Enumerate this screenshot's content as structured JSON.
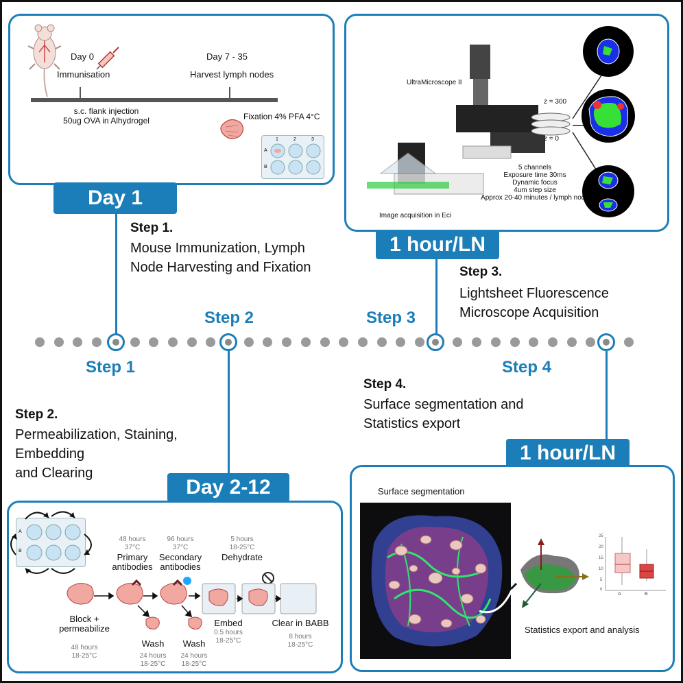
{
  "panel1": {
    "day0": "Day 0",
    "immunisation": "Immunisation",
    "day7_35": "Day 7 - 35",
    "harvest": "Harvest lymph nodes",
    "injection1": "s.c. flank injection",
    "injection2": "50ug OVA in Alhydrogel",
    "fixation": "Fixation 4% PFA 4°C",
    "plate_cols": [
      "1",
      "2",
      "3"
    ],
    "plate_rows": [
      "A",
      "B"
    ]
  },
  "tabs": {
    "day1": "Day 1",
    "hour1": "1 hour/LN",
    "day2_12": "Day 2-12",
    "hour2": "1 hour/LN"
  },
  "panel3": {
    "microscope": "UltraMicroscope II",
    "acquisition": "Image acquisition in Eci",
    "z300": "z = 300",
    "z0": "z = 0",
    "settings": [
      "5 channels",
      "Exposure time 30ms",
      "Dynamic focus",
      "4um step size",
      "Approx 20-40 minutes / lymph node"
    ]
  },
  "steps": {
    "step1": {
      "title": "Step 1.",
      "desc": [
        "Mouse Immunization, Lymph",
        "Node Harvesting and Fixation"
      ]
    },
    "step2": {
      "title": "Step 2.",
      "desc": [
        "Permeabilization, Staining,",
        "Embedding",
        "and Clearing"
      ]
    },
    "step3": {
      "title": "Step 3.",
      "desc": [
        "Lightsheet Fluorescence",
        "Microscope Acquisition"
      ]
    },
    "step4": {
      "title": "Step 4.",
      "desc": [
        "Surface segmentation and",
        "Statistics export"
      ]
    }
  },
  "timeline": {
    "step1": "Step 1",
    "step2": "Step 2",
    "step3": "Step 3",
    "step4": "Step 4"
  },
  "panel2": {
    "plate_rows": [
      "A",
      "B"
    ],
    "primary_time": "48 hours",
    "primary_temp": "37°C",
    "primary_label": [
      "Primary",
      "antibodies"
    ],
    "secondary_time": "96 hours",
    "secondary_temp": "37°C",
    "secondary_label": [
      "Secondary",
      "antibodies"
    ],
    "dehydrate_time": "5 hours",
    "dehydrate_temp": "18-25°C",
    "dehydrate_label": "Dehydrate",
    "block_label": [
      "Block +",
      "permeabilize"
    ],
    "block_time": "48 hours",
    "block_temp": "18-25°C",
    "wash1_label": "Wash",
    "wash1_time": "24 hours",
    "wash1_temp": "18-25°C",
    "wash2_label": "Wash",
    "wash2_time": "24 hours",
    "wash2_temp": "18-25°C",
    "embed_label": "Embed",
    "embed_time": "0.5 hours",
    "embed_temp": "18-25°C",
    "clear_label": "Clear in BABB",
    "clear_time": "8 hours",
    "clear_temp": "18-25°C"
  },
  "panel4": {
    "surface": "Surface segmentation",
    "stats": "Statistics export and analysis",
    "box_x": [
      "A",
      "B"
    ],
    "box_y": [
      "25",
      "20",
      "15",
      "10",
      "5",
      "0"
    ]
  },
  "colors": {
    "accent": "#1b7eb8",
    "dot": "#9a9a9a"
  }
}
